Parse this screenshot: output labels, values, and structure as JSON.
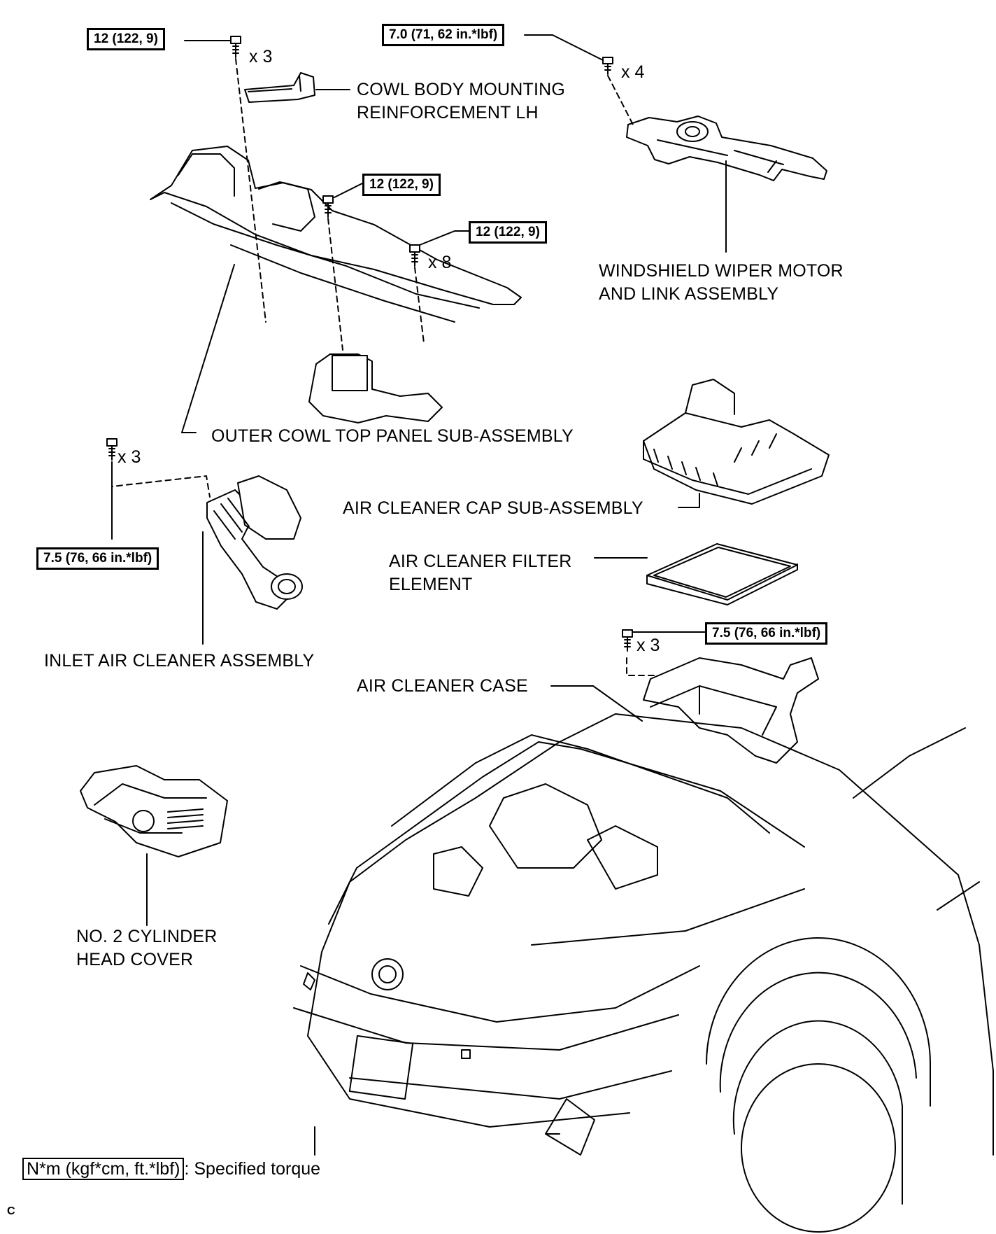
{
  "labels": {
    "cowl_reinforcement": [
      "COWL BODY MOUNTING",
      "REINFORCEMENT LH"
    ],
    "wiper_motor": [
      "WINDSHIELD WIPER MOTOR",
      "AND LINK ASSEMBLY"
    ],
    "outer_cowl": [
      "OUTER COWL TOP PANEL SUB-ASSEMBLY"
    ],
    "air_cleaner_cap": [
      "AIR CLEANER CAP SUB-ASSEMBLY"
    ],
    "air_cleaner_filter": [
      "AIR CLEANER FILTER",
      "ELEMENT"
    ],
    "inlet_air_cleaner": [
      "INLET AIR CLEANER ASSEMBLY"
    ],
    "air_cleaner_case": [
      "AIR CLEANER CASE"
    ],
    "cylinder_head_cover": [
      "NO. 2 CYLINDER",
      "HEAD COVER"
    ]
  },
  "torques": {
    "cowl_reinforcement_bolt": "12 (122, 9)",
    "wiper_bolt": "7.0 (71, 62 in.*lbf)",
    "cowl_center_bolt": "12 (122, 9)",
    "cowl_panel_bolt": "12 (122, 9)",
    "inlet_bolt": "7.5 (76, 66 in.*lbf)",
    "case_bolt": "7.5 (76, 66 in.*lbf)"
  },
  "quantities": {
    "cowl_reinforcement_bolt": "x 3",
    "wiper_bolt": "x 4",
    "cowl_panel_bolt": "x 8",
    "inlet_bolt": "x 3",
    "case_bolt": "x 3"
  },
  "legend": {
    "unit_box": "N*m (kgf*cm, ft.*lbf)",
    "description": ": Specified torque"
  },
  "figure_code": "C"
}
